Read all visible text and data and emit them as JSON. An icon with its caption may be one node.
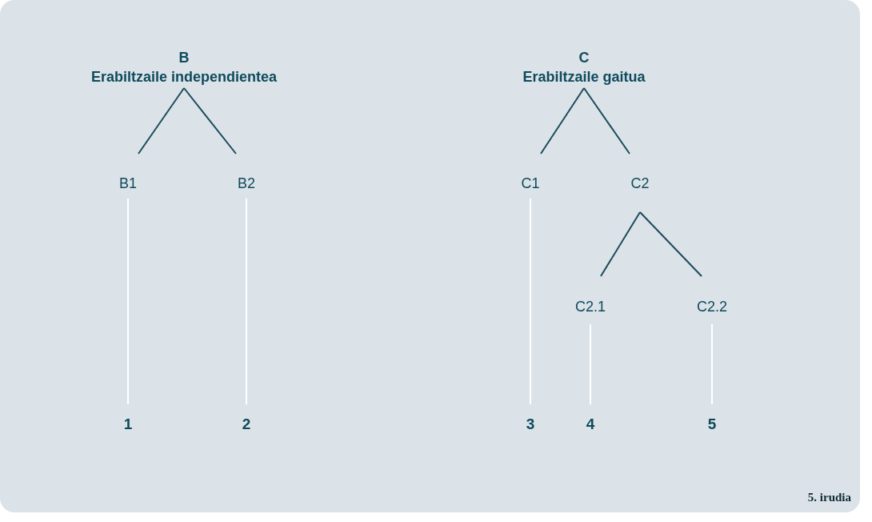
{
  "diagram": {
    "nodes": [
      {
        "text": [
          "B",
          "Erabiltzaile independientea"
        ]
      },
      {
        "text": [
          "B1"
        ]
      },
      {
        "text": [
          "B2"
        ]
      },
      {
        "text": [
          "1"
        ]
      },
      {
        "text": [
          "2"
        ]
      },
      {
        "text": [
          "C",
          "Erabiltzaile gaitua"
        ]
      },
      {
        "text": [
          "C1"
        ]
      },
      {
        "text": [
          "C2"
        ]
      },
      {
        "text": [
          "C2.1"
        ]
      },
      {
        "text": [
          "C2.2"
        ]
      },
      {
        "text": [
          "3"
        ]
      },
      {
        "text": [
          "4"
        ]
      },
      {
        "text": [
          "5"
        ]
      }
    ],
    "edges": [
      {
        "from": 0,
        "to": 1,
        "arrow": "none"
      },
      {
        "from": 0,
        "to": 2,
        "arrow": "none"
      },
      {
        "from": 1,
        "to": 3,
        "arrow": "none",
        "color": "#ffffff"
      },
      {
        "from": 2,
        "to": 4,
        "arrow": "none",
        "color": "#ffffff"
      },
      {
        "from": 5,
        "to": 6,
        "arrow": "none"
      },
      {
        "from": 5,
        "to": 7,
        "arrow": "none"
      },
      {
        "from": 7,
        "to": 8,
        "arrow": "none"
      },
      {
        "from": 7,
        "to": 9,
        "arrow": "none"
      },
      {
        "from": 6,
        "to": 10,
        "arrow": "none",
        "color": "#ffffff"
      },
      {
        "from": 8,
        "to": 11,
        "arrow": "none",
        "color": "#ffffff"
      },
      {
        "from": 9,
        "to": 12,
        "arrow": "none",
        "color": "#ffffff"
      }
    ],
    "labels": [
      "5. irudia"
    ]
  }
}
